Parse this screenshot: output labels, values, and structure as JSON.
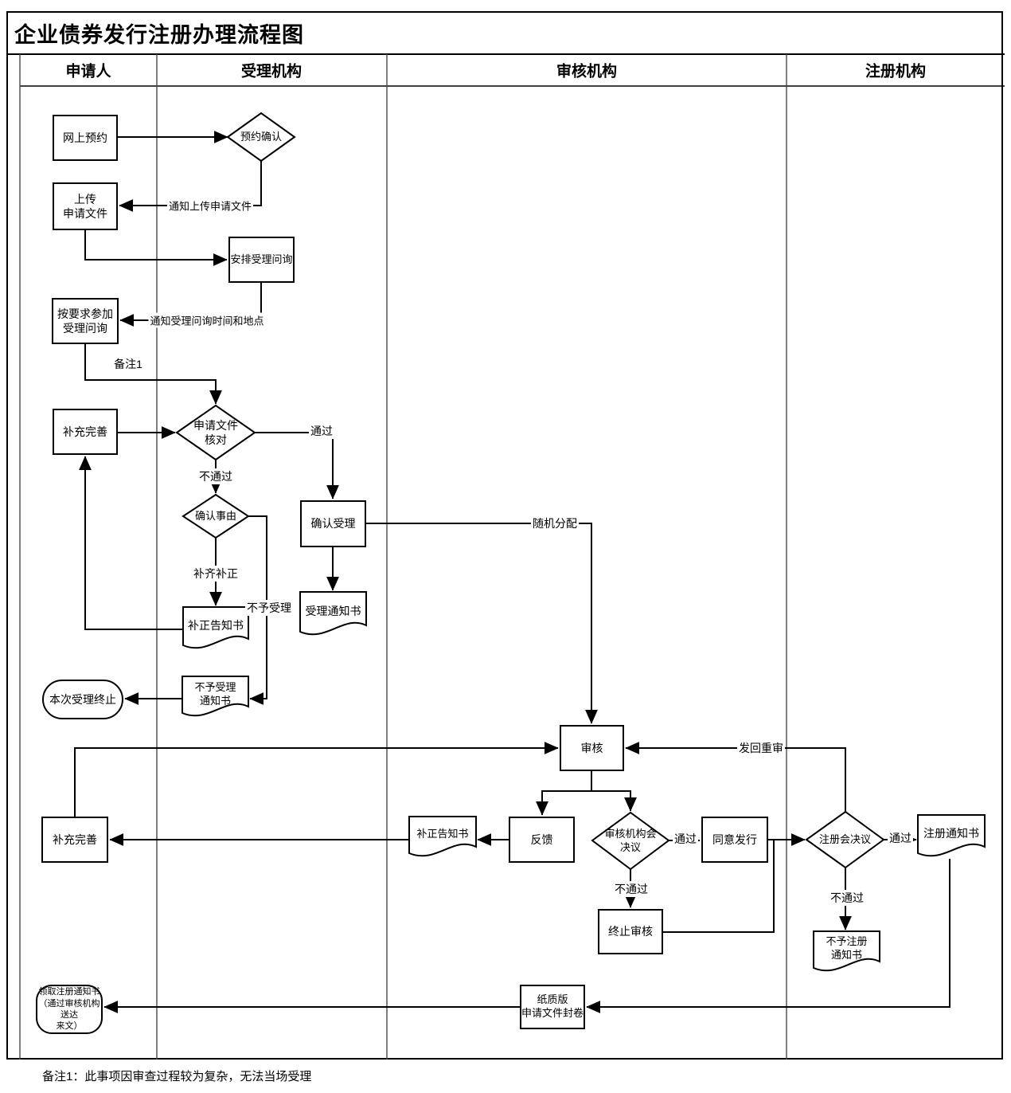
{
  "title": "企业债券发行注册办理流程图",
  "lanes": {
    "applicant": "申请人",
    "acceptance": "受理机构",
    "review": "审核机构",
    "registration": "注册机构"
  },
  "nodes": {
    "online_reservation": "网上预约",
    "reservation_confirm": "预约确认",
    "upload_docs": "上传\n申请文件",
    "arrange_inquiry": "安排受理问询",
    "attend_inquiry": "按要求参加\n受理问询",
    "supplement1": "补充完善",
    "doc_check": "申请文件\n核对",
    "confirm_reason": "确认事由",
    "correction_notice1": "补正告知书",
    "reject_notice": "不予受理\n通知书",
    "acceptance_end": "本次受理终止",
    "confirm_accept": "确认受理",
    "accept_notice": "受理通知书",
    "review_step": "审核",
    "feedback": "反馈",
    "review_committee": "审核机构会\n决议",
    "agree_issue": "同意发行",
    "terminate_review": "终止审核",
    "correction_notice2": "补正告知书",
    "supplement2": "补充完善",
    "reg_committee": "注册会决议",
    "reg_notice": "注册通知书",
    "no_reg_notice": "不予注册\n通知书",
    "paper_filing": "纸质版\n申请文件封卷",
    "receive_notice": "领取注册通知书\n（通过审核机构送达\n来文）"
  },
  "edge_labels": {
    "notify_upload": "通知上传申请文件",
    "notify_inquiry": "通知受理问询时间和地点",
    "note_ref": "备注1",
    "pass_check": "通过",
    "fail_check": "不通过",
    "supplement_correct": "补齐补正",
    "reject_accept": "不予受理",
    "random_assign": "随机分配",
    "return_review": "发回重审",
    "pass_review": "通过",
    "fail_review": "不通过",
    "pass_reg": "通过",
    "fail_reg": "不通过"
  },
  "note": "备注1：此事项因审查过程较为复杂，无法当场受理",
  "colors": {
    "line": "#000000",
    "lane_line": "#4a4a4a",
    "background": "#ffffff"
  }
}
